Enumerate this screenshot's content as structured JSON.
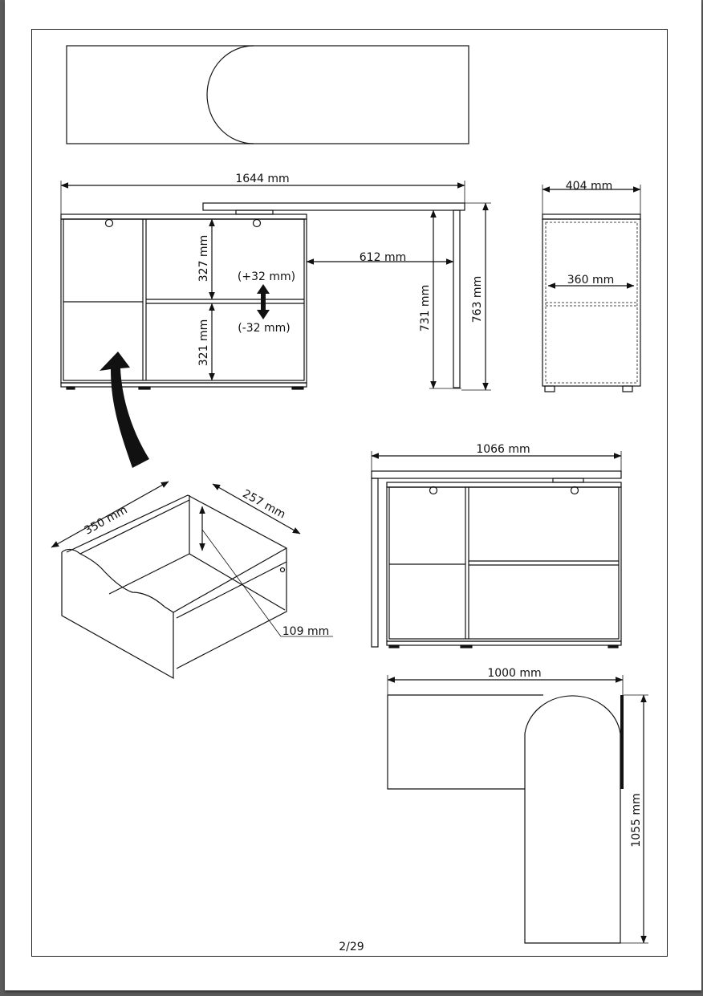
{
  "page": {
    "number": "2/29"
  },
  "dimensions": {
    "overall_width": "1644 mm",
    "cabinet_depth": "404 mm",
    "shelf_top_height": "327 mm",
    "shelf_bottom_height": "321 mm",
    "shelf_adjust_up": "(+32 mm)",
    "shelf_adjust_down": "(-32 mm)",
    "leg_offset": "612 mm",
    "leg_height": "731 mm",
    "total_height": "763 mm",
    "inner_width": "360 mm",
    "drawer_width": "350 mm",
    "drawer_depth": "257 mm",
    "drawer_height": "109 mm",
    "compact_width": "1066 mm",
    "top_width": "1000 mm",
    "top_length": "1055 mm"
  }
}
